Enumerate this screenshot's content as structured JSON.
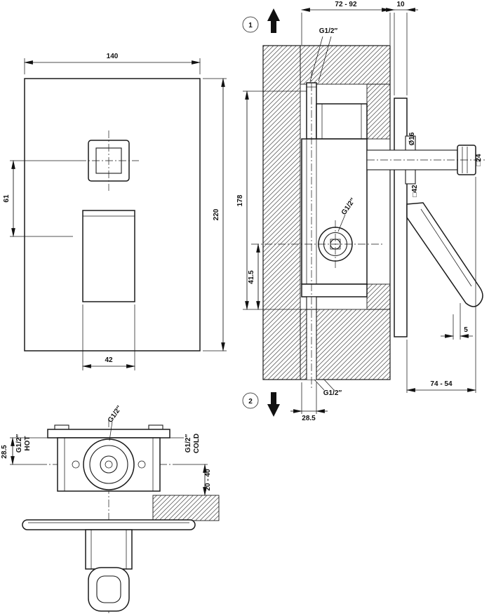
{
  "drawing": {
    "front": {
      "dim_width": "140",
      "dim_height": "220",
      "dim_button_offset": "61",
      "dim_handle_width": "42"
    },
    "section": {
      "marker_top": "1",
      "marker_bottom": "2",
      "dim_depth_range": "72 - 92",
      "dim_plate_thickness": "10",
      "port_top": "G1/2″",
      "dim_body_height": "178",
      "dim_cartridge_offset": "41.5",
      "port_mid": "G1/2″",
      "stem_diameter": "Ø16",
      "stem_square": "□24",
      "trim_square": "□42",
      "dim_gap": "5",
      "port_bottom": "G1/2″",
      "dim_port_offset": "28.5",
      "dim_projection_range": "74 - 54"
    },
    "plan": {
      "port_top": "G1/2″",
      "hot_line1": "G1/2″",
      "hot_line2": "HOT",
      "dim_port_offset": "28.5",
      "cold_line1": "G1/2″",
      "cold_line2": "COLD",
      "dim_wall_range": "20 - 40"
    }
  }
}
